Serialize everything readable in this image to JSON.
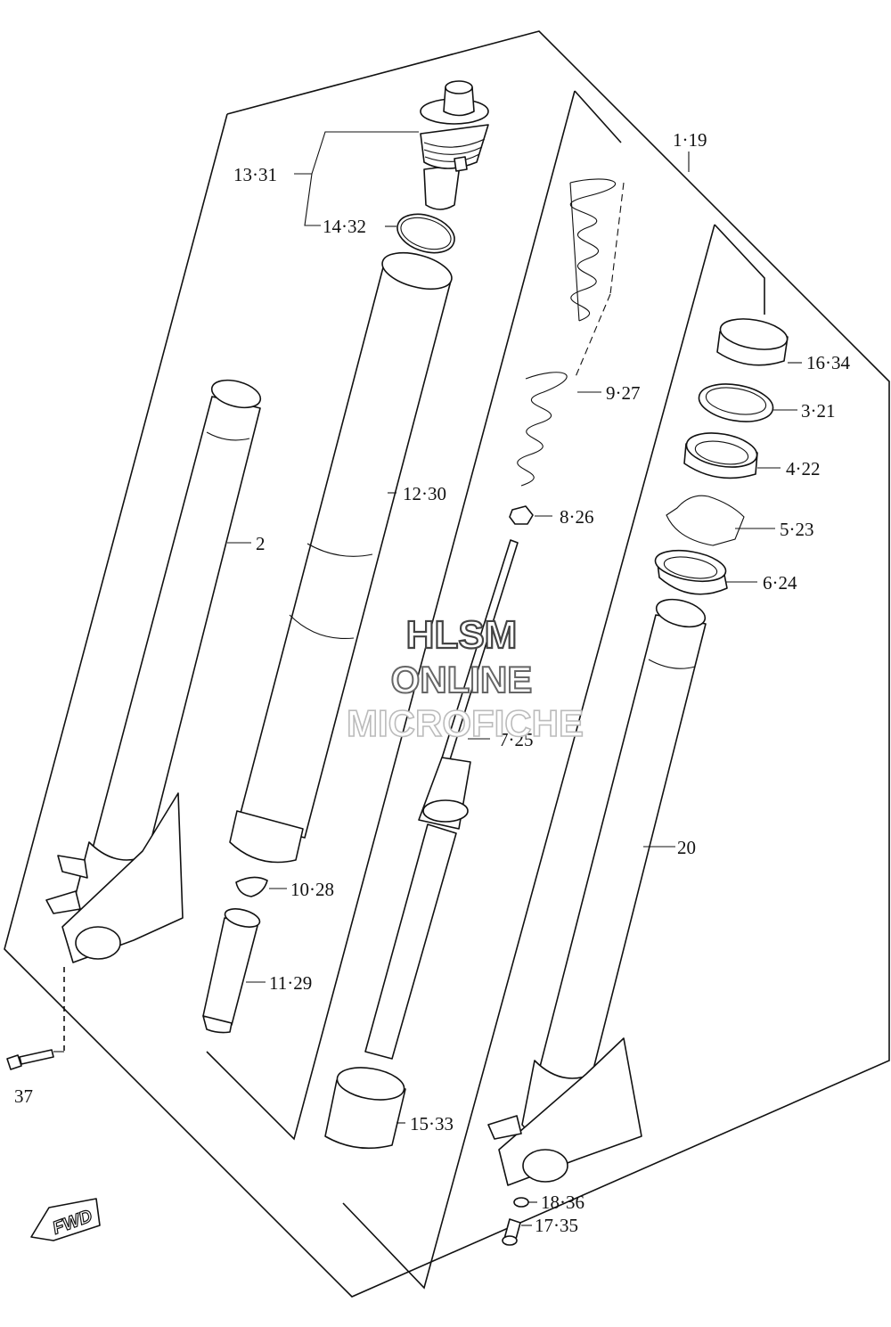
{
  "labels": {
    "l_1_19": "1·19",
    "l_13_31": "13·31",
    "l_14_32": "14·32",
    "l_9_27": "9·27",
    "l_16_34": "16·34",
    "l_3_21": "3·21",
    "l_4_22": "4·22",
    "l_12_30": "12·30",
    "l_8_26": "8·26",
    "l_5_23": "5·23",
    "l_6_24": "6·24",
    "l_2": "2",
    "l_7_25": "7·25",
    "l_20": "20",
    "l_10_28": "10·28",
    "l_11_29": "11·29",
    "l_37": "37",
    "l_15_33": "15·33",
    "l_18_36": "18·36",
    "l_17_35": "17·35"
  },
  "watermark": {
    "line1": "HLSM",
    "line2": "ONLINE",
    "line3": "MICROFICHE"
  },
  "fwd_badge": "FWD"
}
